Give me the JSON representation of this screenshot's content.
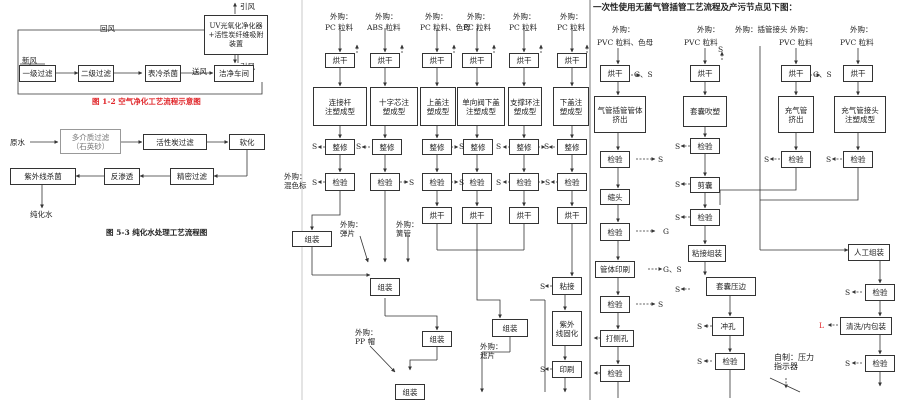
{
  "panel1": {
    "air": {
      "exhaust": "引风",
      "uv": "UV光氧化净化器+活性炭纤维吸附装置",
      "return_air": "回风",
      "fresh_air": "新风",
      "supply_air": "送风",
      "boxes": [
        "一级过滤",
        "二级过滤",
        "表冷杀菌",
        "洁净车间"
      ],
      "caption": "图 1-2   空气净化工艺流程示意图"
    },
    "water": {
      "raw": "原水",
      "multi": "多介质过滤\n（石英砂）",
      "carbon": "活性炭过滤",
      "soften": "软化",
      "uv": "紫外线杀菌",
      "ro": "反渗透",
      "fine": "精密过滤",
      "pure": "纯化水",
      "caption": "图 5-3    纯化水处理工艺流程图"
    }
  },
  "panel2": {
    "outsource": "外购：",
    "materials": [
      "PC 粒料",
      "ABS 粒料",
      "PC 粒料、色母",
      "PC 粒料",
      "PC 粒料",
      "PC 粒料"
    ],
    "dry": "烘干",
    "molds": [
      "连接杆\n注塑成型",
      "十字芯注\n塑成型",
      "上盖注\n塑成型",
      "单向阀下盖\n注塑成型",
      "支撑环注\n塑成型",
      "下盖注\n塑成型"
    ],
    "trim": "整修",
    "inspect": "检验",
    "assemble": "组装",
    "glue": "粘接",
    "uv_cure": "紫外\n线固化",
    "print": "印刷",
    "s": "S",
    "side_labels": {
      "dye": "外购：\n混色标",
      "spring": "外购：\n弹片",
      "pipe": "外购：\n簧管",
      "pp": "外购：\nPP 帽",
      "ball": "外购：\n滤片"
    }
  },
  "panel3": {
    "title": "一次性使用无菌气管插管工艺流程及产污节点见下图：",
    "outsource": "外购：",
    "materials": [
      "PVC 粒料、色母",
      "PVC 粒料",
      "外购：插管接头",
      "PVC 粒料",
      "PVC 粒料"
    ],
    "boxes": {
      "dry": "烘干",
      "tube_extrude": "气管插管管体\n挤出",
      "balloon_blow": "套囊吹塑",
      "charge_extrude": "充气管\n挤出",
      "connector_mold": "充气管接头\n注塑成型",
      "inspect": "检验",
      "tip": "缩头",
      "tube_print": "管体印刷",
      "side_hole": "打侧孔",
      "trim_balloon": "剪囊",
      "bond_balloon": "粘接组装",
      "balloon_press": "套囊压边",
      "punch": "冲孔",
      "manual": "人工组装",
      "clean_pack": "清洗/内包装"
    },
    "labels": {
      "g": "G",
      "s": "S",
      "gs": "G、S",
      "l": "L",
      "self_made": "自制：压力\n指示器"
    }
  }
}
